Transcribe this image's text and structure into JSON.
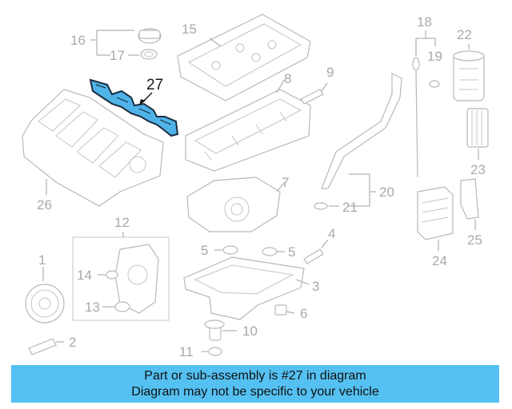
{
  "highlighted_part": "27",
  "callouts": [
    "1",
    "2",
    "3",
    "4",
    "5",
    "5",
    "6",
    "7",
    "8",
    "9",
    "10",
    "11",
    "12",
    "13",
    "14",
    "15",
    "16",
    "17",
    "18",
    "19",
    "20",
    "21",
    "22",
    "23",
    "24",
    "25",
    "26",
    "27"
  ],
  "banner": {
    "line1": "Part or sub-assembly is #27 in diagram",
    "line2": "Diagram may not be specific to your vehicle"
  },
  "colors": {
    "banner_bg": "#55c1f2",
    "highlight_fill": "#4fb3e8",
    "line_art": "#b8b8b8"
  }
}
